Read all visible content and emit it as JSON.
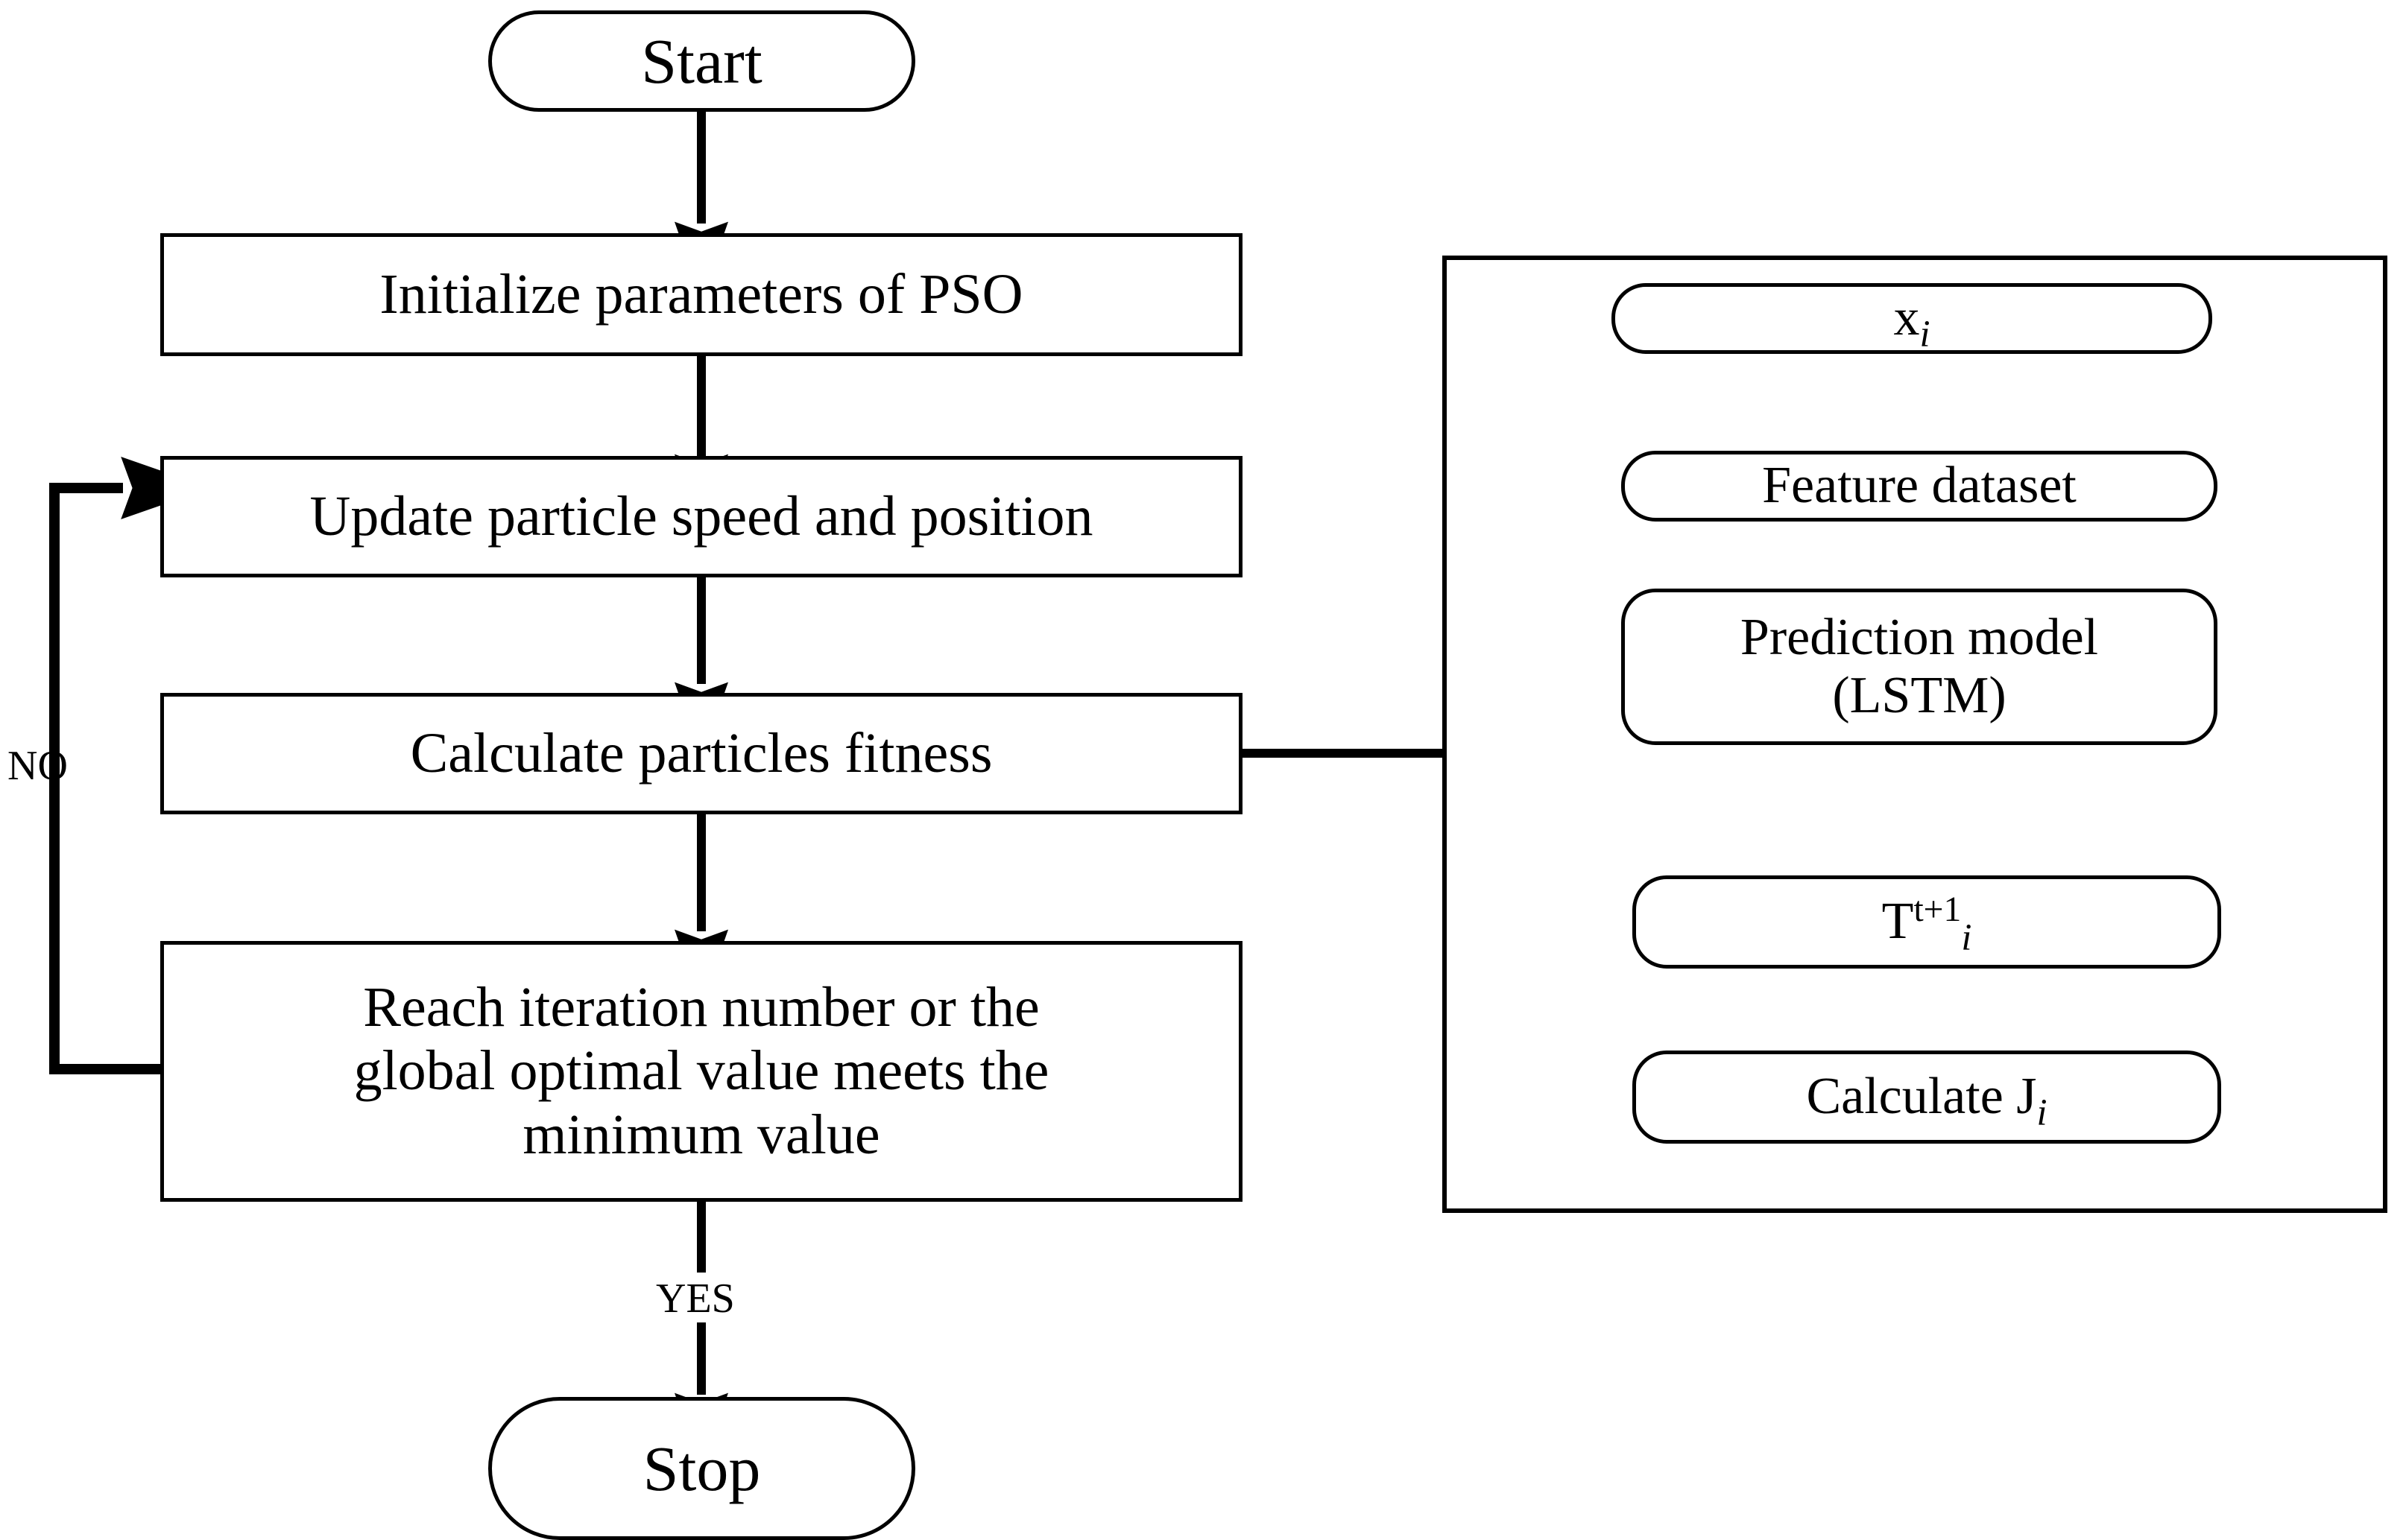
{
  "diagram": {
    "title": "PSO-LSTM optimization flowchart",
    "stroke_color": "#000000",
    "background_color": "#ffffff",
    "main_flow": {
      "start": "Start",
      "init": "Initialize parameters of PSO",
      "update": "Update particle speed and position",
      "fitness": "Calculate particles fitness",
      "decision_line1": "Reach iteration number or the",
      "decision_line2": "global optimal value meets the",
      "decision_line3": "minimum value",
      "stop": "Stop"
    },
    "edge_labels": {
      "no": "NO",
      "yes": "YES"
    },
    "subprocess": {
      "input_base": "x",
      "input_sub": "i",
      "feature": "Feature dataset",
      "model_line1": "Prediction model",
      "model_line2": "(LSTM)",
      "output_base": "T",
      "output_sup": "t+1",
      "output_sub": "i",
      "cost_text": "Calculate J",
      "cost_sub": "i"
    }
  }
}
